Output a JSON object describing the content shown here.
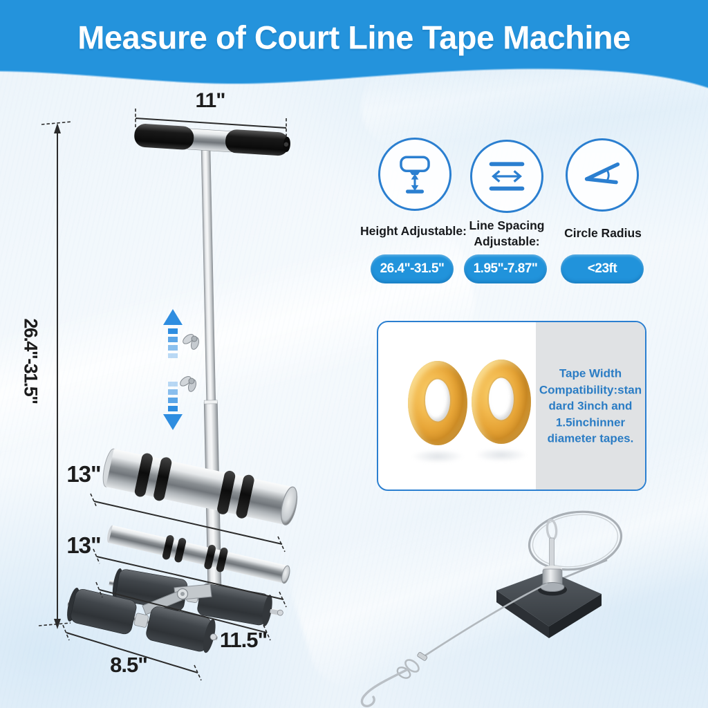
{
  "header": {
    "title": "Measure of Court Line Tape Machine"
  },
  "machine": {
    "handle_width": "11\"",
    "height_range": "26.4\"-31.5\"",
    "top_roller_length": "13\"",
    "mid_roller_length": "13\"",
    "back_roller_length": "11.5\"",
    "front_roller_length": "8.5\"",
    "adjust_icons": [
      "up-arrow-icon",
      "down-arrow-icon"
    ]
  },
  "features": [
    {
      "icon": "height-adjustable-icon",
      "label": "Height Adjustable:",
      "value": "26.4\"-31.5\""
    },
    {
      "icon": "line-spacing-icon",
      "label": "Line Spacing\nAdjustable:",
      "value": "1.95\"-7.87\""
    },
    {
      "icon": "circle-radius-icon",
      "label": "Circle Radius",
      "value": "<23ft"
    }
  ],
  "tape_info": {
    "text": "Tape Width\nCompatibility:stan\ndard 3inch and\n1.5inchinner\ndiameter tapes."
  },
  "colors": {
    "header_blue": "#2493dc",
    "pill_blue": "#2193db",
    "icon_blue": "#2b7fd0",
    "tape_text_blue": "#2a7cc4",
    "arrow_blue": "#2e8de0",
    "dim_black": "#1c1c1c"
  }
}
